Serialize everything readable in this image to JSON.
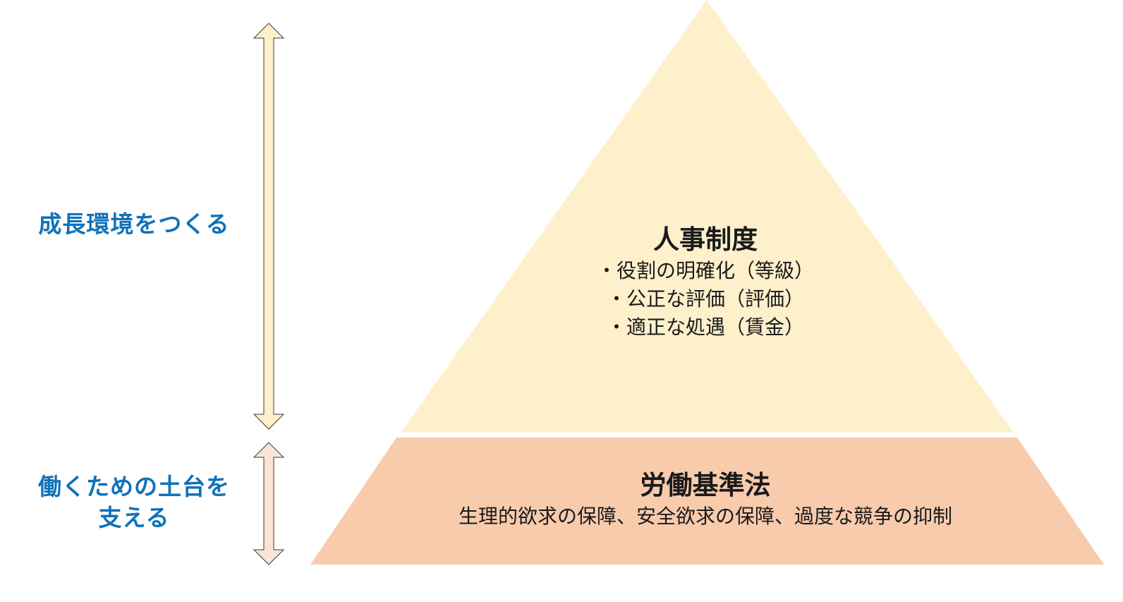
{
  "diagram": {
    "type": "pyramid",
    "colors": {
      "top_tier_fill": "#fff0cc",
      "bottom_tier_fill": "#f8cbad",
      "label_text": "#0f72b9",
      "body_text": "#1a1a1a",
      "arrow_top_fill": "#fff0cc",
      "arrow_bottom_fill": "#fbe4d6",
      "arrow_stroke": "#3a3a3a"
    },
    "side_labels": {
      "top": "成長環境をつくる",
      "bottom_line1": "働くための土台を",
      "bottom_line2": "支える"
    },
    "top_tier": {
      "title": "人事制度",
      "items": [
        "・役割の明確化（等級）",
        "・公正な評価（評価）",
        "・適正な処遇（賃金）"
      ]
    },
    "bottom_tier": {
      "title": "労働基準法",
      "description": "生理的欲求の保障、安全欲求の保障、過度な競争の抑制"
    },
    "arrows": [
      {
        "name": "top-double-arrow",
        "direction": "up-down"
      },
      {
        "name": "bottom-double-arrow",
        "direction": "up-down"
      }
    ]
  }
}
